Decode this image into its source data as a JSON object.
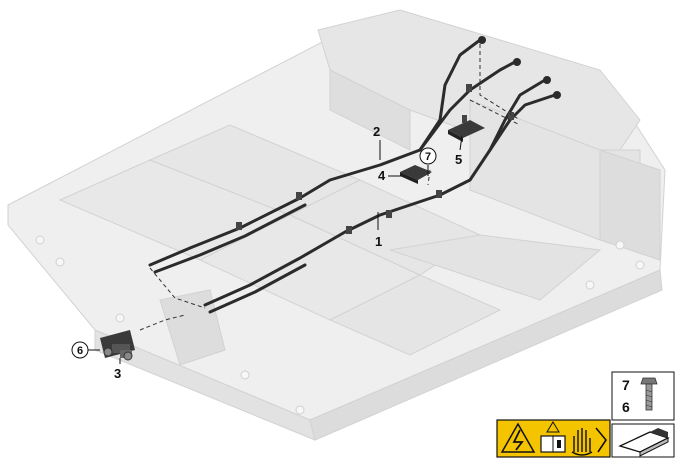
{
  "callouts": {
    "c1": "1",
    "c2": "2",
    "c3": "3",
    "c4": "4",
    "c5": "5",
    "c6": "6",
    "c7": "7"
  },
  "legend_box": {
    "top_number": "7",
    "bottom_number": "6"
  },
  "icons": [
    "high-voltage-warning-icon",
    "read-manual-icon",
    "protective-gloves-icon",
    "insulated-tool-icon"
  ],
  "colors": {
    "housing_fill": "#e9e9e9",
    "housing_edge": "#d0d0d0",
    "cable": "#2b2b2b",
    "warning_yellow": "#f5c400"
  }
}
